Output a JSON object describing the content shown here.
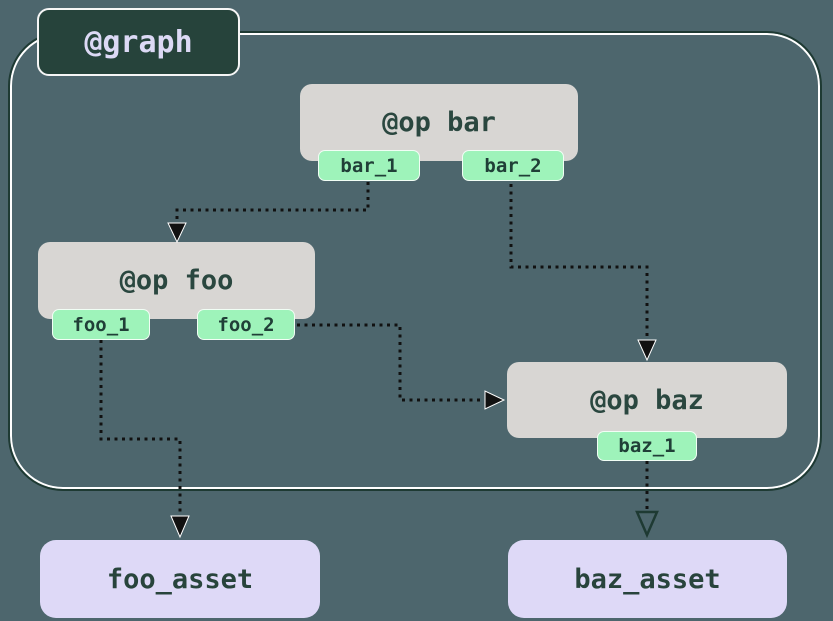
{
  "graph": {
    "label": "@graph"
  },
  "nodes": {
    "bar": {
      "label": "@op bar",
      "outputs": [
        "bar_1",
        "bar_2"
      ]
    },
    "foo": {
      "label": "@op foo",
      "outputs": [
        "foo_1",
        "foo_2"
      ]
    },
    "baz": {
      "label": "@op baz",
      "outputs": [
        "baz_1"
      ]
    }
  },
  "assets": {
    "foo": {
      "label": "foo_asset"
    },
    "baz": {
      "label": "baz_asset"
    }
  },
  "edges": [
    {
      "from": "bar_1",
      "to": "@op foo"
    },
    {
      "from": "bar_2",
      "to": "@op baz"
    },
    {
      "from": "foo_2",
      "to": "@op baz"
    },
    {
      "from": "foo_1",
      "to": "foo_asset"
    },
    {
      "from": "baz_1",
      "to": "baz_asset"
    }
  ],
  "colors": {
    "background": "#4d666d",
    "graph_border": "#1e3a33",
    "graph_label_bg": "#26433b",
    "graph_label_text": "#dcd9f5",
    "op_fill": "#d8d6d3",
    "op_text": "#2a473f",
    "output_fill": "#9ef3ba",
    "output_text": "#203f37",
    "asset_fill": "#ded9f7",
    "asset_text": "#28443c",
    "edge": "#111111"
  }
}
